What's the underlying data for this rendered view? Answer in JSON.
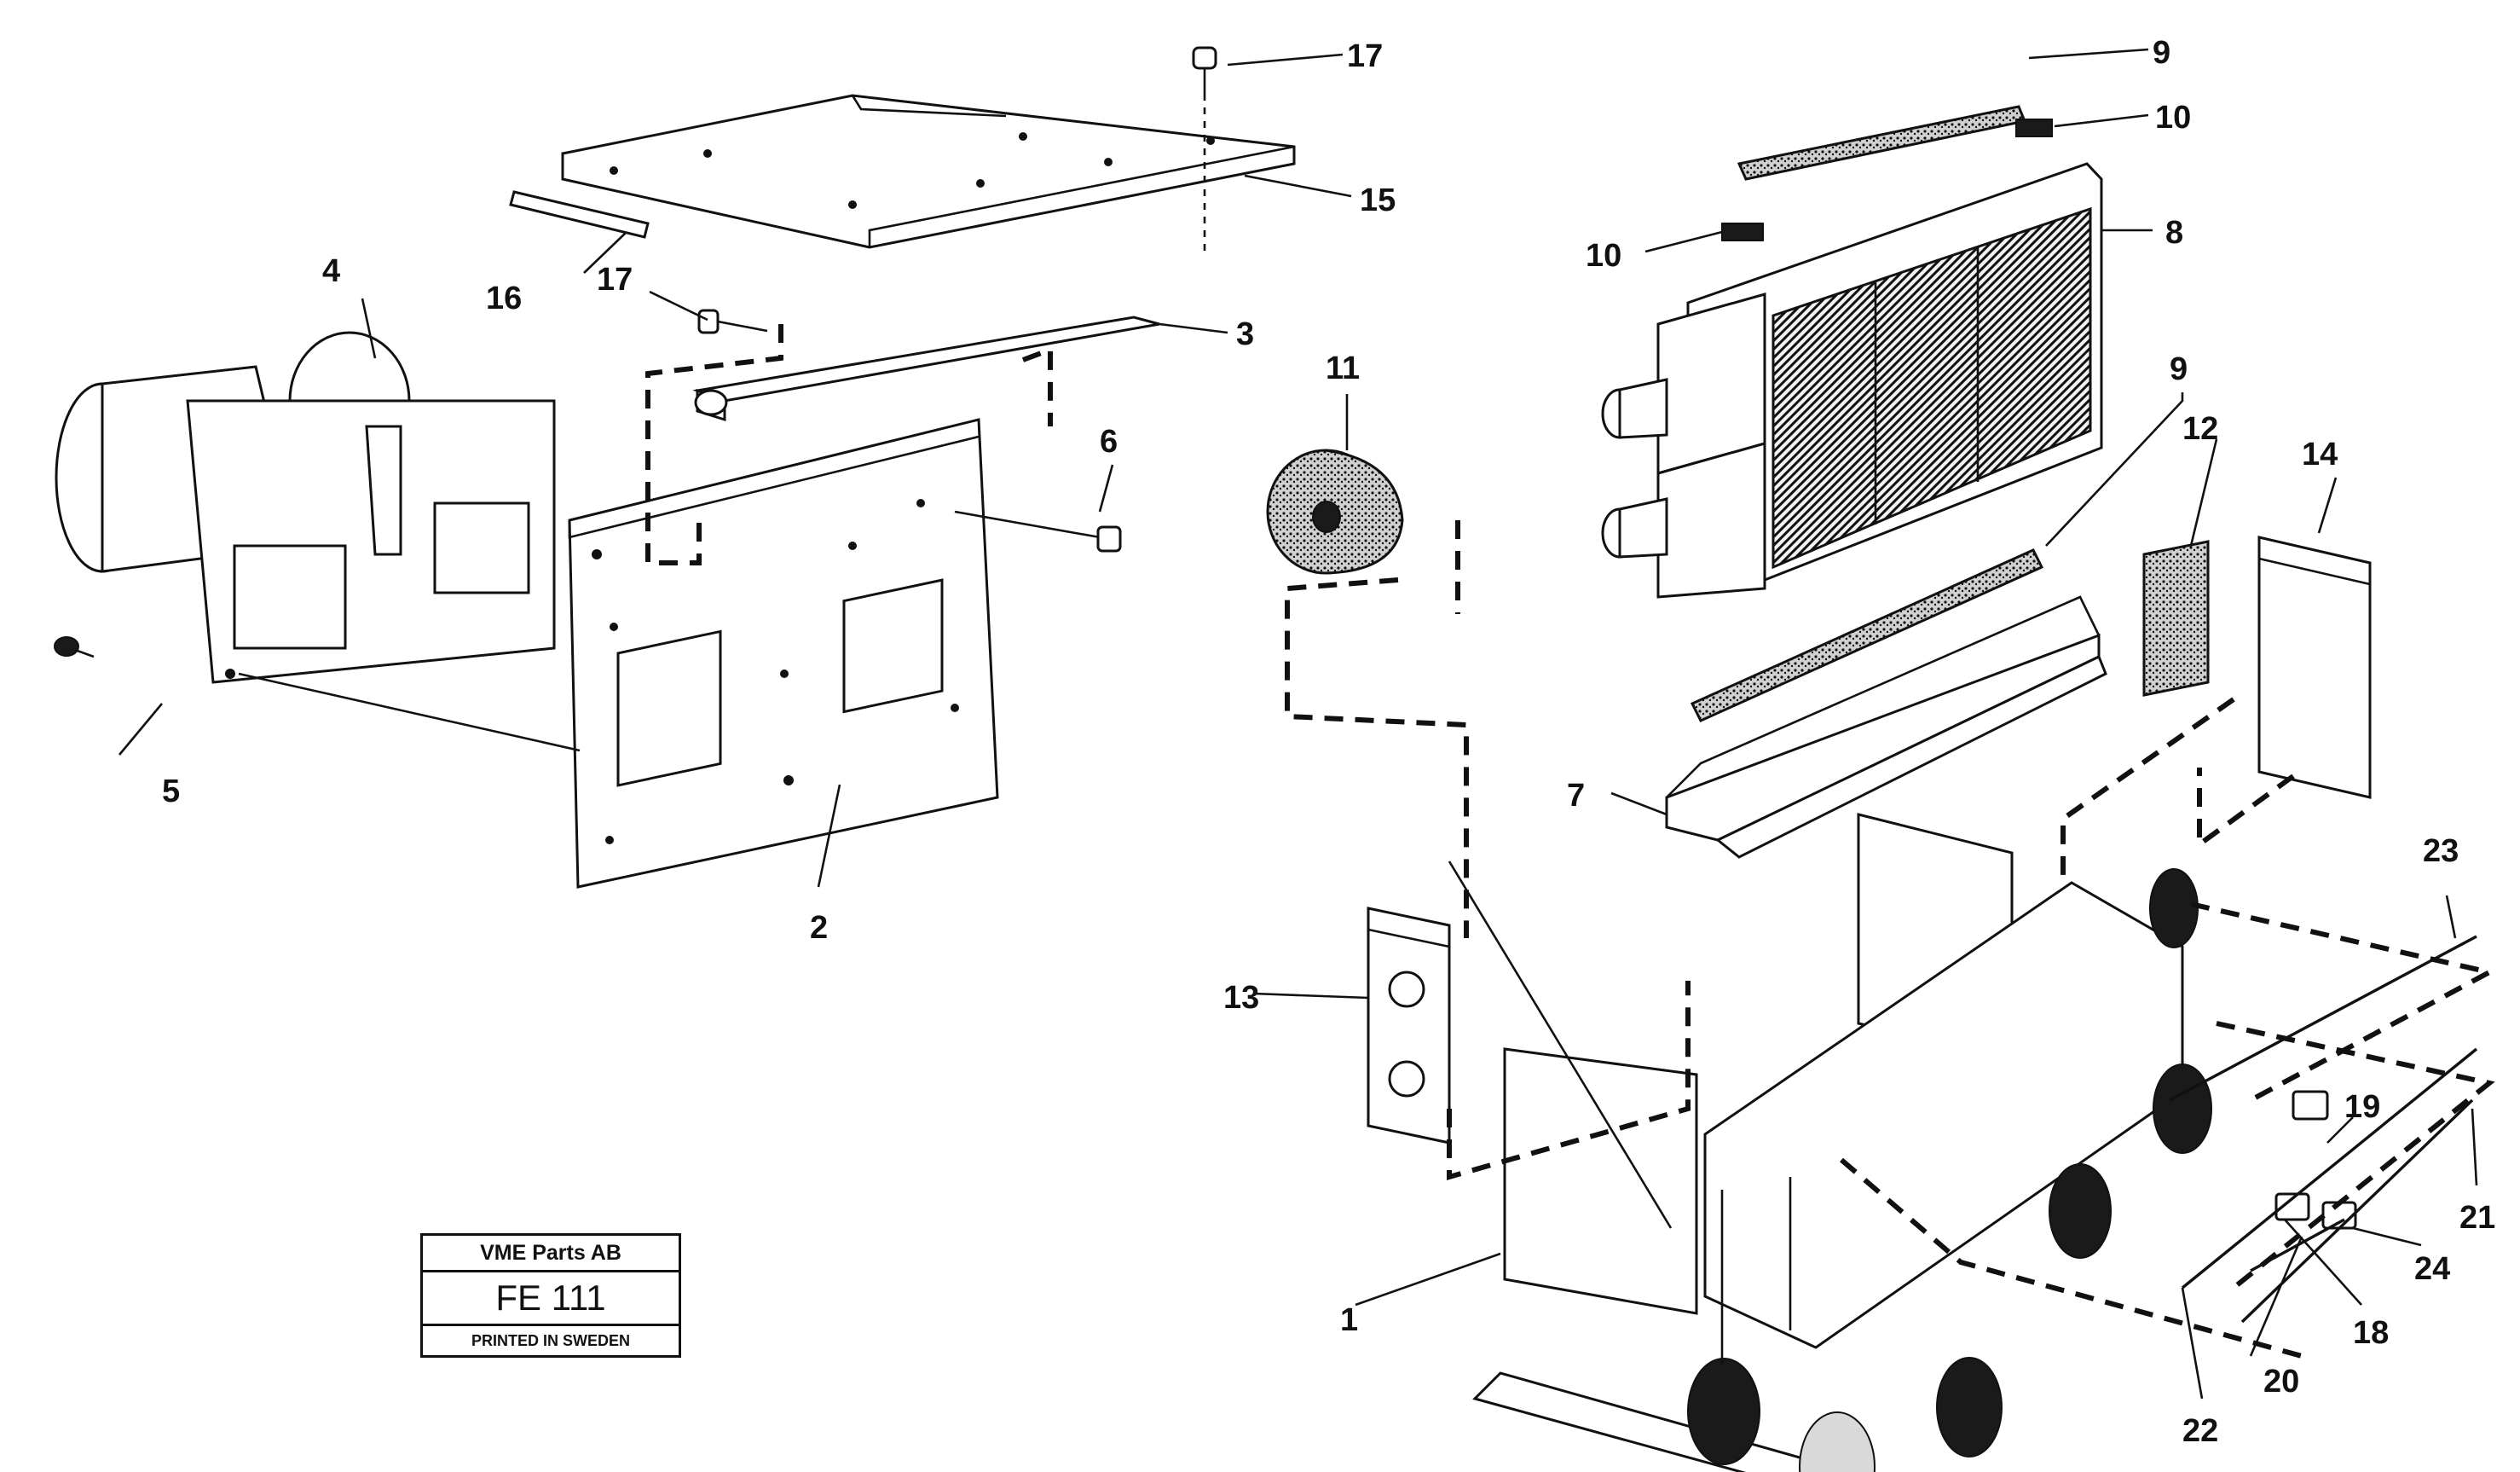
{
  "title_block": {
    "company": "VME Parts AB",
    "code": "FE 111",
    "printed": "PRINTED IN SWEDEN"
  },
  "callouts": {
    "c1": "1",
    "c2": "2",
    "c3": "3",
    "c4": "4",
    "c5": "5",
    "c6": "6",
    "c7": "7",
    "c8": "8",
    "c9a": "9",
    "c9b": "9",
    "c10a": "10",
    "c10b": "10",
    "c11": "11",
    "c12": "12",
    "c13": "13",
    "c14": "14",
    "c15": "15",
    "c16": "16",
    "c17a": "17",
    "c17b": "17",
    "c18": "18",
    "c19": "19",
    "c20": "20",
    "c21": "21",
    "c22": "22",
    "c23": "23",
    "c24": "24"
  }
}
